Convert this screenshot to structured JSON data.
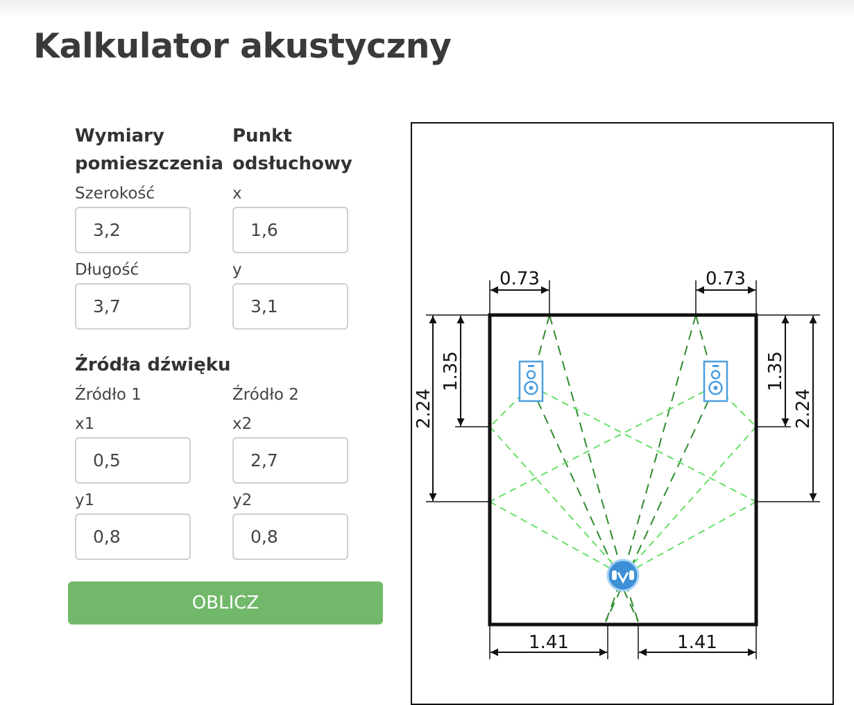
{
  "page": {
    "title": "Kalkulator akustyczny"
  },
  "room": {
    "heading": "Wymiary pomieszczenia",
    "heading_line1": "Wymiary",
    "heading_line2": "pomieszczenia",
    "width_label": "Szerokość",
    "width_value": "3,2",
    "length_label": "Długość",
    "length_value": "3,7"
  },
  "listening_point": {
    "heading": "Punkt odsłuchowy",
    "heading_line1": "Punkt",
    "heading_line2": "odsłuchowy",
    "x_label": "x",
    "x_value": "1,6",
    "y_label": "y",
    "y_value": "3,1"
  },
  "sources": {
    "heading": "Źródła dźwięku",
    "source1": {
      "label": "Źródło 1",
      "x_label": "x1",
      "x_value": "0,5",
      "y_label": "y1",
      "y_value": "0,8"
    },
    "source2": {
      "label": "Źródło 2",
      "x_label": "x2",
      "x_value": "2,7",
      "y_label": "y2",
      "y_value": "0,8"
    }
  },
  "actions": {
    "calculate_label": "OBLICZ"
  },
  "diagram": {
    "dim_top_left": "0.73",
    "dim_top_right": "0.73",
    "dim_left_inner": "1.35",
    "dim_left_outer": "2.24",
    "dim_right_inner": "1.35",
    "dim_right_outer": "2.24",
    "dim_bottom_left": "1.41",
    "dim_bottom_right": "1.41",
    "icons": [
      "speaker-icon",
      "speaker-icon",
      "listener-head-icon"
    ],
    "colors": {
      "wall": "#111111",
      "reflection_dark": "#2e8b2e",
      "reflection_light": "#66e066",
      "speaker": "#4a9ee0",
      "listener": "#3d8fd6"
    }
  }
}
